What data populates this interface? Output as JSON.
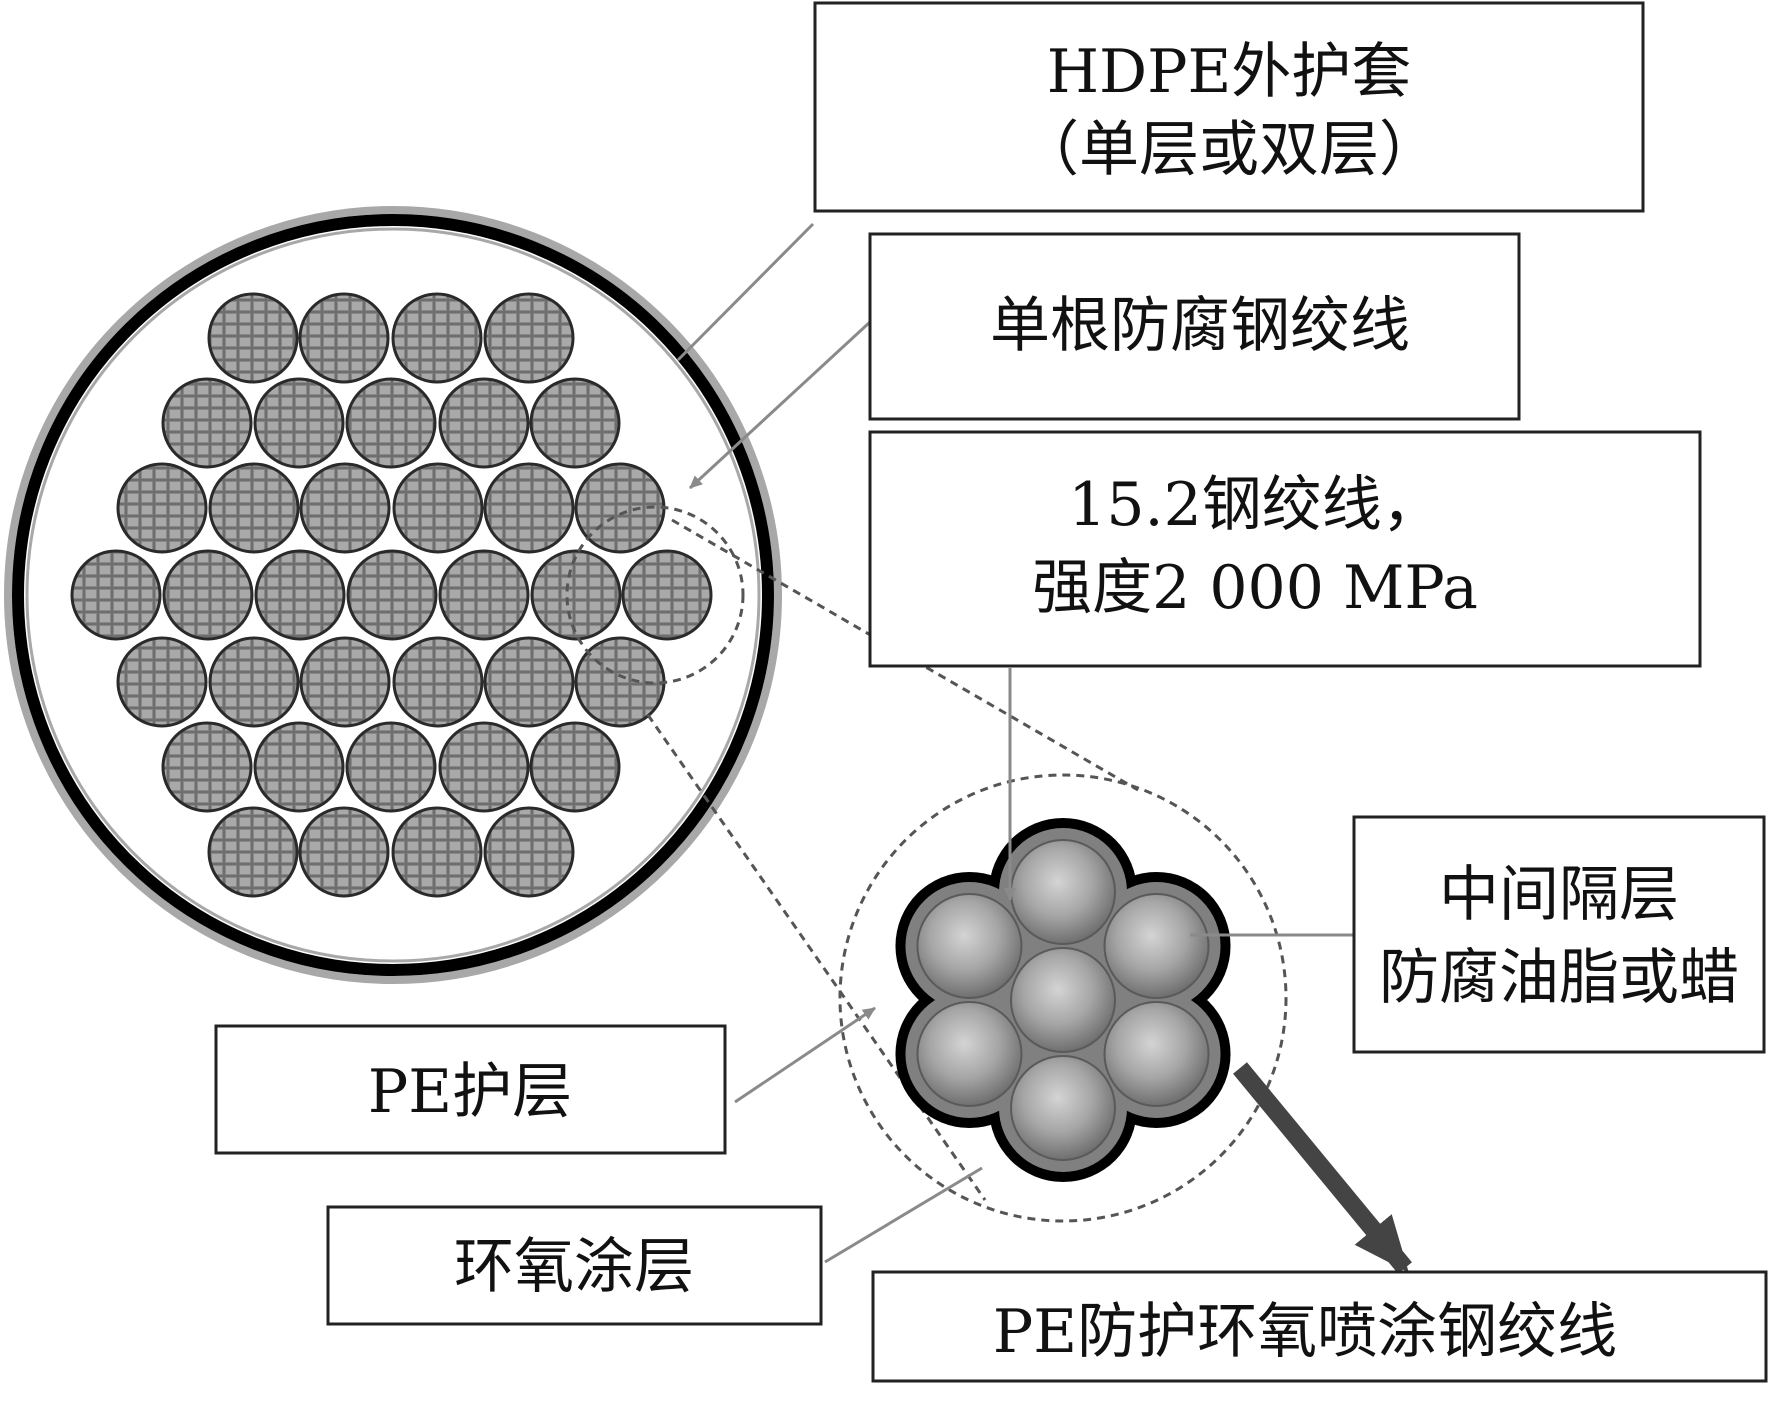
{
  "labels": {
    "hdpe_line1": "HDPE外护套",
    "hdpe_line2": "（单层或双层）",
    "single_strand": "单根防腐钢绞线",
    "strand_line1": "15.2钢绞线，",
    "strand_line2": "强度2 000 MPa",
    "middle_line1": "中间隔层",
    "middle_line2": "防腐油脂或蜡",
    "pe_layer": "PE护层",
    "epoxy_layer": "环氧涂层",
    "pe_epoxy_strand": "PE防护环氧喷涂钢绞线"
  },
  "icons": {
    "cable_cross_section": "cable-cross-section-icon",
    "strand_cross_section": "seven-wire-strand-icon"
  }
}
